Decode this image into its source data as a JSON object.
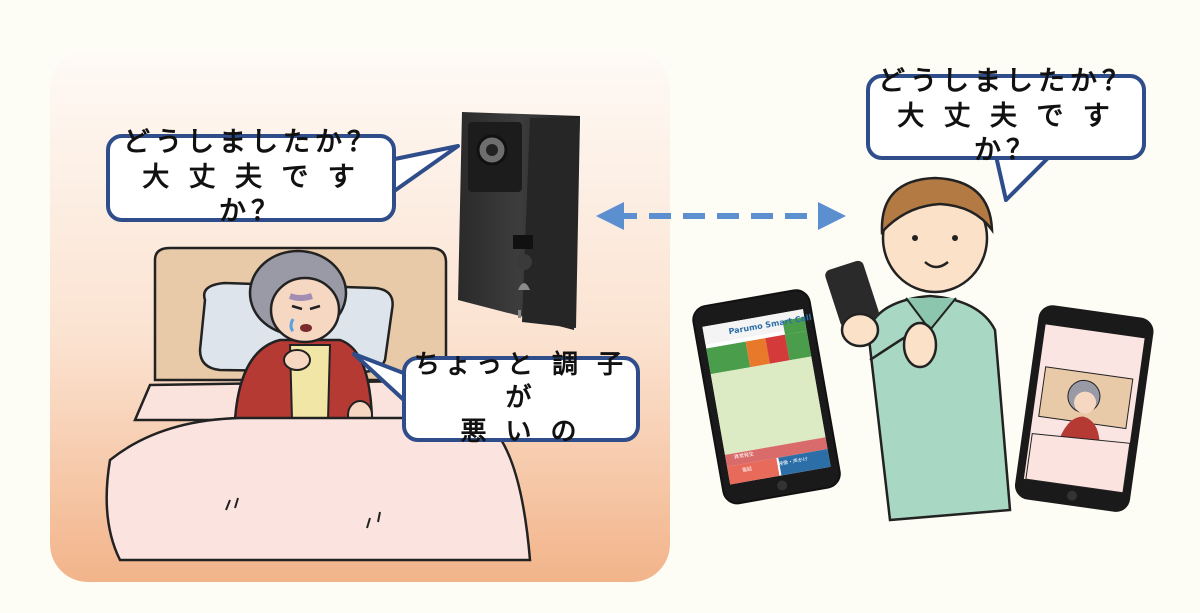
{
  "left_bubble": {
    "line1": "どうしましたか？",
    "line2": "大 丈 夫 で す か？"
  },
  "right_bubble": {
    "line1": "どうしましたか？",
    "line2": "大 丈 夫 で す か？"
  },
  "grandma_bubble": {
    "line1": "ちょっと 調 子 が",
    "line2": "悪 い の"
  },
  "phone_app": {
    "title": "Parumo Smart Call",
    "btn_call": "電話",
    "btn_video": "映像・声かけ",
    "status_red": "異常発生"
  },
  "colors": {
    "bubble_border": "#2e4d8a",
    "arrow": "#5b8fd0",
    "shirt": "#a8d8c4",
    "room_top": "#fdf3ea",
    "room_bottom": "#f2b68a"
  }
}
